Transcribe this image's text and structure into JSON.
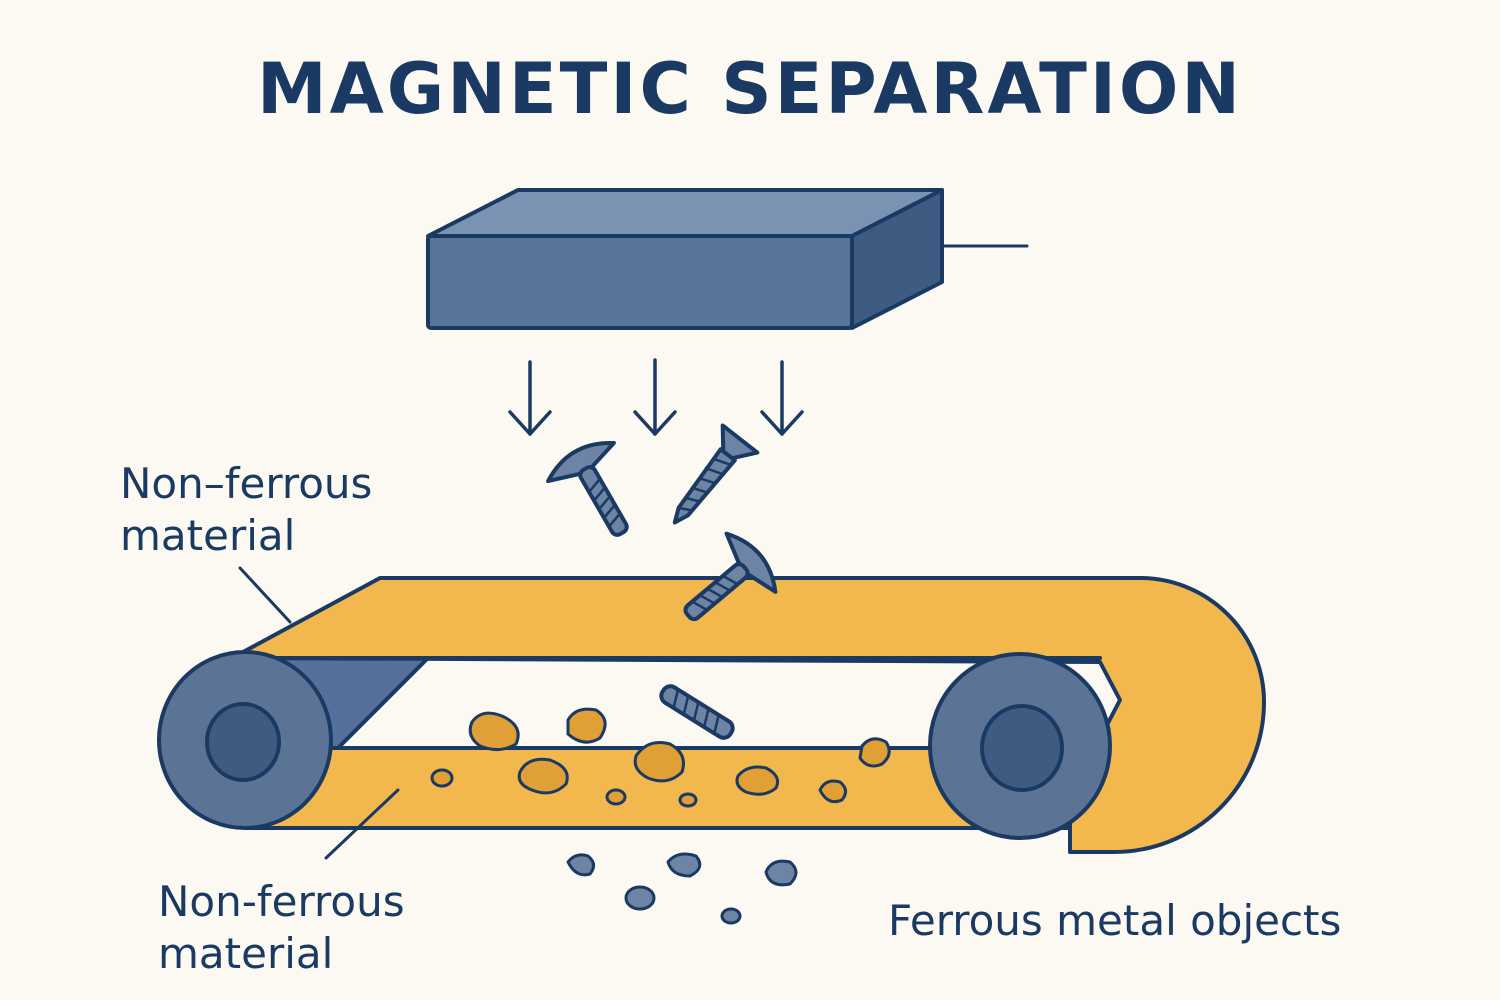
{
  "title": "MAGNETIC SEPARATION",
  "labels": {
    "non_ferrous_top": "Non–ferrous\nmaterial",
    "non_ferrous_bottom": "Non-ferrous\nmaterial",
    "ferrous": "Ferrous metal objects"
  },
  "colors": {
    "background": "#fbf9f1",
    "ink": "#1b3a63",
    "magnet": "#587599",
    "belt": "#f2b84e",
    "roller": "#5b7394",
    "nonferrous_pieces": "#e0a035",
    "ferrous_pieces": "#6d84a4"
  },
  "icons": {
    "magnet": "magnet-block-icon",
    "arrows": "down-arrow-icon",
    "screws": "screw-icon"
  }
}
